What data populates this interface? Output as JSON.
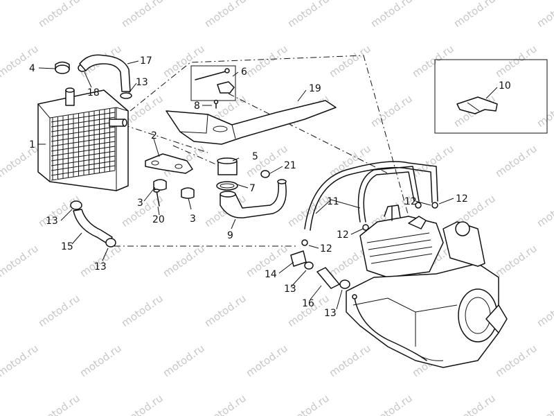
{
  "watermark": "motod.ru",
  "callouts": [
    {
      "id": "1",
      "text": "1"
    },
    {
      "id": "2",
      "text": "2"
    },
    {
      "id": "3a",
      "text": "3"
    },
    {
      "id": "3b",
      "text": "3"
    },
    {
      "id": "4",
      "text": "4"
    },
    {
      "id": "5",
      "text": "5"
    },
    {
      "id": "6",
      "text": "6"
    },
    {
      "id": "7",
      "text": "7"
    },
    {
      "id": "8",
      "text": "8"
    },
    {
      "id": "9",
      "text": "9"
    },
    {
      "id": "10",
      "text": "10"
    },
    {
      "id": "11",
      "text": "11"
    },
    {
      "id": "12a",
      "text": "12"
    },
    {
      "id": "12b",
      "text": "12"
    },
    {
      "id": "12c",
      "text": "12"
    },
    {
      "id": "12d",
      "text": "12"
    },
    {
      "id": "13a",
      "text": "13"
    },
    {
      "id": "13b",
      "text": "13"
    },
    {
      "id": "13c",
      "text": "13"
    },
    {
      "id": "13d",
      "text": "13"
    },
    {
      "id": "13e",
      "text": "13"
    },
    {
      "id": "14",
      "text": "14"
    },
    {
      "id": "15",
      "text": "15"
    },
    {
      "id": "16",
      "text": "16"
    },
    {
      "id": "17",
      "text": "17"
    },
    {
      "id": "18",
      "text": "18"
    },
    {
      "id": "19",
      "text": "19"
    },
    {
      "id": "20",
      "text": "20"
    },
    {
      "id": "21",
      "text": "21"
    }
  ]
}
